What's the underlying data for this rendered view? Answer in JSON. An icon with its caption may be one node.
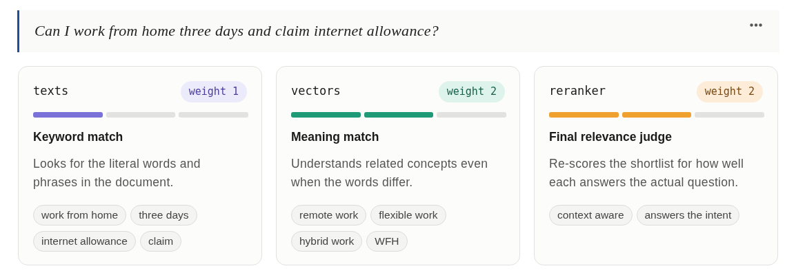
{
  "diagram": {
    "nodes": [
      {
        "text": [
          "Can I work from home three days and claim internet allowance?"
        ]
      },
      {
        "text": [
          "texts",
          "Keyword match",
          "Looks for the literal words and phrases in the document."
        ]
      },
      {
        "text": [
          "weight 1"
        ],
        "in": 1
      },
      {
        "text": [
          "work from home"
        ],
        "in": 1
      },
      {
        "text": [
          "three days"
        ],
        "in": 1
      },
      {
        "text": [
          "internet allowance"
        ],
        "in": 1
      },
      {
        "text": [
          "claim"
        ],
        "in": 1
      },
      {
        "text": [
          "vectors",
          "Meaning match",
          "Understands related concepts even when the words differ."
        ]
      },
      {
        "text": [
          "weight 2"
        ],
        "in": 7
      },
      {
        "text": [
          "remote work"
        ],
        "in": 7
      },
      {
        "text": [
          "flexible work"
        ],
        "in": 7
      },
      {
        "text": [
          "hybrid work"
        ],
        "in": 7
      },
      {
        "text": [
          "WFH"
        ],
        "in": 7
      },
      {
        "text": [
          "reranker",
          "Final relevance judge",
          "Re-scores the shortlist for how well each answers the actual question."
        ]
      },
      {
        "text": [
          "weight 2"
        ],
        "in": 13
      },
      {
        "text": [
          "context aware"
        ],
        "in": 13
      },
      {
        "text": [
          "answers the intent"
        ],
        "in": 13
      }
    ]
  }
}
